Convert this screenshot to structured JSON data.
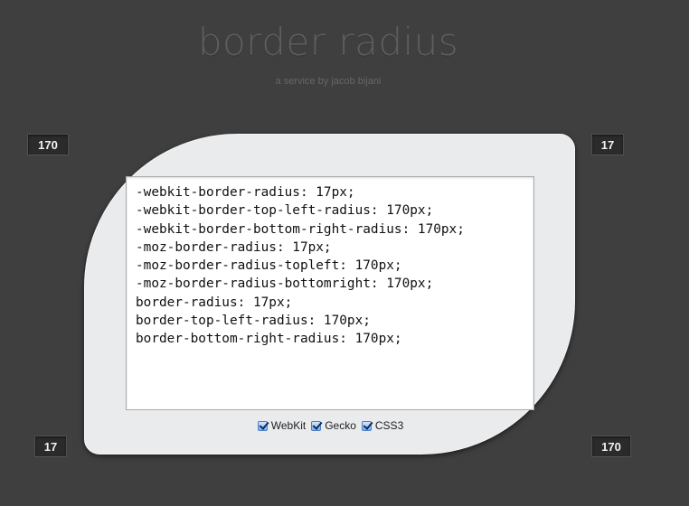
{
  "header": {
    "title": "border radius",
    "subtitle": "a service by jacob bijani"
  },
  "corners": {
    "top_left": "170",
    "top_right": "17",
    "bottom_left": "17",
    "bottom_right": "170"
  },
  "code": {
    "text": "-webkit-border-radius: 17px;\n-webkit-border-top-left-radius: 170px;\n-webkit-border-bottom-right-radius: 170px;\n-moz-border-radius: 17px;\n-moz-border-radius-topleft: 170px;\n-moz-border-radius-bottomright: 170px;\nborder-radius: 17px;\nborder-top-left-radius: 170px;\nborder-bottom-right-radius: 170px;"
  },
  "options": [
    {
      "label": "WebKit",
      "checked": true
    },
    {
      "label": "Gecko",
      "checked": true
    },
    {
      "label": "CSS3",
      "checked": true
    }
  ],
  "colors": {
    "background": "#3f3f3f",
    "box": "#eaebed",
    "input_bg": "#2b2b2b",
    "checkbox_accent": "#4b7fc6"
  }
}
